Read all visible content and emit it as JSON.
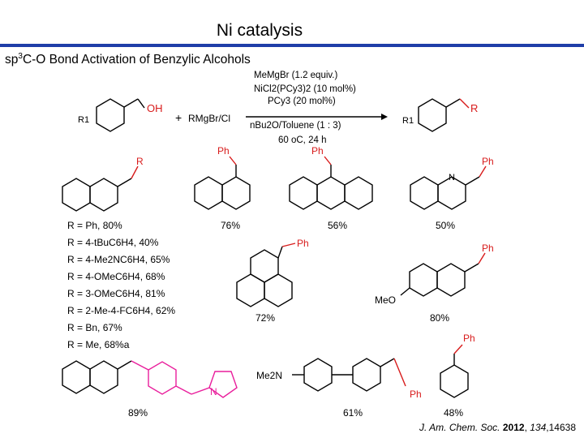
{
  "slide": {
    "title": "Ni catalysis",
    "subtitle_prefix": "sp",
    "subtitle_sup": "3",
    "subtitle_rest": "C-O Bond Activation of Benzylic Alcohols"
  },
  "scheme": {
    "conditions": [
      "MeMgBr (1.2 equiv.)",
      "NiCl2(PCy3)2 (10 mol%)",
      "PCy3 (20 mol%)",
      "nBu2O/Toluene (1 : 3)",
      "60 oC, 24 h"
    ],
    "reactant_label": "R1",
    "reagent": "RMgBr/Cl",
    "plus": "+",
    "oh": "OH",
    "product_r": "R",
    "product_r1": "R1"
  },
  "yields": {
    "naphthyl_series": [
      "R = Ph, 80%",
      "R = 4-tBuC6H4, 40%",
      "R = 4-Me2NC6H4, 65%",
      "R = 4-OMeC6H4, 68%",
      "R = 3-OMeC6H4, 81%",
      "R = 2-Me-4-FC6H4, 62%",
      "R = Bn, 67%",
      "R = Me, 68%a"
    ],
    "naphthyl_1": "76%",
    "anthracene": "56%",
    "quinoline": "50%",
    "phenanthrene": "72%",
    "methoxynaphthyl": "80%",
    "pyrrole": "89%",
    "biphenyl": "61%",
    "benzyl": "48%"
  },
  "labels": {
    "ph": "Ph",
    "r": "R",
    "n": "N",
    "meo": "MeO",
    "me2n": "Me2N"
  },
  "citation": {
    "journal": "J. Am. Chem. Soc.",
    "year": "2012",
    "volume": "134",
    "page": "14638"
  },
  "colors": {
    "accent_red": "#d81b1b",
    "magenta": "#e91e9c",
    "rule_blue": "#1f3ea8"
  }
}
